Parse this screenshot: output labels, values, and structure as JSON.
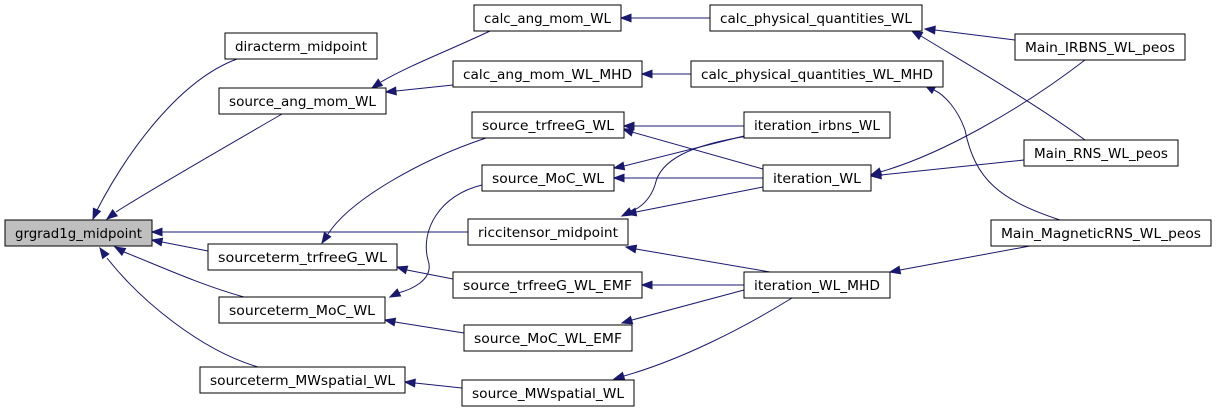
{
  "graph": {
    "root": "grgrad1g_midpoint",
    "nodes": [
      {
        "id": "grgrad1g_midpoint",
        "label": "grgrad1g_midpoint"
      },
      {
        "id": "diracterm_midpoint",
        "label": "diracterm_midpoint"
      },
      {
        "id": "source_ang_mom_WL",
        "label": "source_ang_mom_WL"
      },
      {
        "id": "sourceterm_trfreeG_WL",
        "label": "sourceterm_trfreeG_WL"
      },
      {
        "id": "sourceterm_MoC_WL",
        "label": "sourceterm_MoC_WL"
      },
      {
        "id": "sourceterm_MWspatial_WL",
        "label": "sourceterm_MWspatial_WL"
      },
      {
        "id": "calc_ang_mom_WL",
        "label": "calc_ang_mom_WL"
      },
      {
        "id": "calc_ang_mom_WL_MHD",
        "label": "calc_ang_mom_WL_MHD"
      },
      {
        "id": "source_trfreeG_WL",
        "label": "source_trfreeG_WL"
      },
      {
        "id": "source_MoC_WL",
        "label": "source_MoC_WL"
      },
      {
        "id": "riccitensor_midpoint",
        "label": "riccitensor_midpoint"
      },
      {
        "id": "source_trfreeG_WL_EMF",
        "label": "source_trfreeG_WL_EMF"
      },
      {
        "id": "source_MoC_WL_EMF",
        "label": "source_MoC_WL_EMF"
      },
      {
        "id": "source_MWspatial_WL",
        "label": "source_MWspatial_WL"
      },
      {
        "id": "calc_physical_quantities_WL",
        "label": "calc_physical_quantities_WL"
      },
      {
        "id": "calc_physical_quantities_WL_MHD",
        "label": "calc_physical_quantities_WL_MHD"
      },
      {
        "id": "iteration_irbns_WL",
        "label": "iteration_irbns_WL"
      },
      {
        "id": "iteration_WL",
        "label": "iteration_WL"
      },
      {
        "id": "iteration_WL_MHD",
        "label": "iteration_WL_MHD"
      },
      {
        "id": "Main_IRBNS_WL_peos",
        "label": "Main_IRBNS_WL_peos"
      },
      {
        "id": "Main_RNS_WL_peos",
        "label": "Main_RNS_WL_peos"
      },
      {
        "id": "Main_MagneticRNS_WL_peos",
        "label": "Main_MagneticRNS_WL_peos"
      }
    ],
    "edges": [
      {
        "from": "diracterm_midpoint",
        "to": "grgrad1g_midpoint"
      },
      {
        "from": "source_ang_mom_WL",
        "to": "grgrad1g_midpoint"
      },
      {
        "from": "riccitensor_midpoint",
        "to": "grgrad1g_midpoint"
      },
      {
        "from": "sourceterm_trfreeG_WL",
        "to": "grgrad1g_midpoint"
      },
      {
        "from": "sourceterm_MoC_WL",
        "to": "grgrad1g_midpoint"
      },
      {
        "from": "sourceterm_MWspatial_WL",
        "to": "grgrad1g_midpoint"
      },
      {
        "from": "calc_ang_mom_WL",
        "to": "source_ang_mom_WL"
      },
      {
        "from": "calc_ang_mom_WL_MHD",
        "to": "source_ang_mom_WL"
      },
      {
        "from": "source_trfreeG_WL",
        "to": "sourceterm_trfreeG_WL"
      },
      {
        "from": "source_trfreeG_WL_EMF",
        "to": "sourceterm_trfreeG_WL"
      },
      {
        "from": "source_MoC_WL",
        "to": "sourceterm_MoC_WL"
      },
      {
        "from": "source_MoC_WL_EMF",
        "to": "sourceterm_MoC_WL"
      },
      {
        "from": "source_MWspatial_WL",
        "to": "sourceterm_MWspatial_WL"
      },
      {
        "from": "calc_physical_quantities_WL",
        "to": "calc_ang_mom_WL"
      },
      {
        "from": "calc_physical_quantities_WL_MHD",
        "to": "calc_ang_mom_WL_MHD"
      },
      {
        "from": "iteration_irbns_WL",
        "to": "source_trfreeG_WL"
      },
      {
        "from": "iteration_WL",
        "to": "source_trfreeG_WL"
      },
      {
        "from": "iteration_irbns_WL",
        "to": "source_MoC_WL"
      },
      {
        "from": "iteration_WL",
        "to": "source_MoC_WL"
      },
      {
        "from": "iteration_irbns_WL",
        "to": "riccitensor_midpoint"
      },
      {
        "from": "iteration_WL",
        "to": "riccitensor_midpoint"
      },
      {
        "from": "iteration_WL_MHD",
        "to": "riccitensor_midpoint"
      },
      {
        "from": "iteration_WL_MHD",
        "to": "source_trfreeG_WL_EMF"
      },
      {
        "from": "iteration_WL_MHD",
        "to": "source_MoC_WL_EMF"
      },
      {
        "from": "iteration_WL_MHD",
        "to": "source_MWspatial_WL"
      },
      {
        "from": "Main_IRBNS_WL_peos",
        "to": "calc_physical_quantities_WL"
      },
      {
        "from": "Main_RNS_WL_peos",
        "to": "calc_physical_quantities_WL"
      },
      {
        "from": "Main_MagneticRNS_WL_peos",
        "to": "calc_physical_quantities_WL_MHD"
      },
      {
        "from": "Main_IRBNS_WL_peos",
        "to": "iteration_WL"
      },
      {
        "from": "Main_RNS_WL_peos",
        "to": "iteration_WL"
      },
      {
        "from": "Main_MagneticRNS_WL_peos",
        "to": "iteration_WL_MHD"
      }
    ]
  },
  "colors": {
    "edge": "#191970",
    "root_fill": "#bfbfbf",
    "node_fill": "#ffffff",
    "node_stroke": "#000000"
  }
}
